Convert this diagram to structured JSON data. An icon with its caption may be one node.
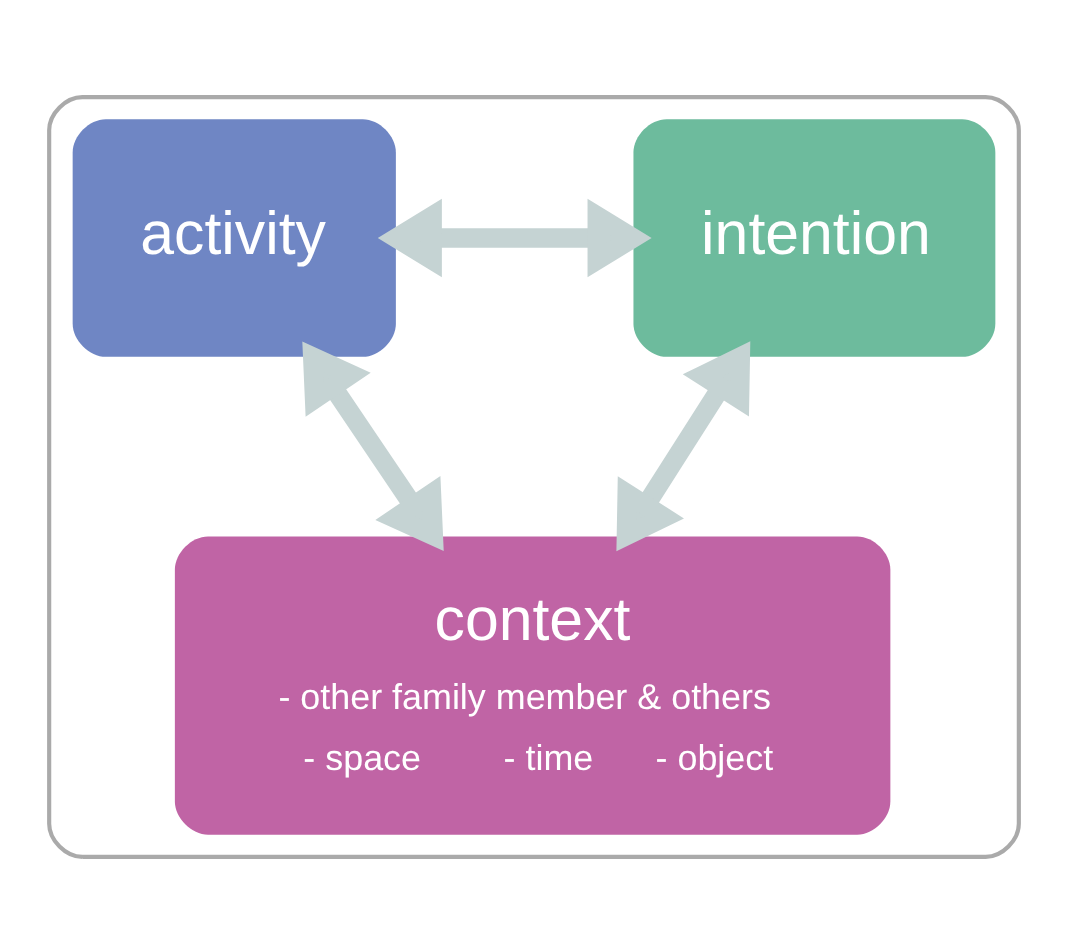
{
  "diagram": {
    "nodes": [
      {
        "text": [],
        "shape": "box"
      },
      {
        "text": [
          "activity"
        ],
        "in": 0
      },
      {
        "text": [
          "intention"
        ],
        "in": 0
      },
      {
        "text": [
          "context",
          "- other family member & others",
          "- space",
          "- time",
          "- object"
        ],
        "in": 0
      }
    ],
    "edges": [
      {
        "from": 1,
        "to": 2,
        "arrow": "both"
      },
      {
        "from": 1,
        "to": 3,
        "arrow": "both"
      },
      {
        "from": 2,
        "to": 3,
        "arrow": "both"
      }
    ]
  }
}
